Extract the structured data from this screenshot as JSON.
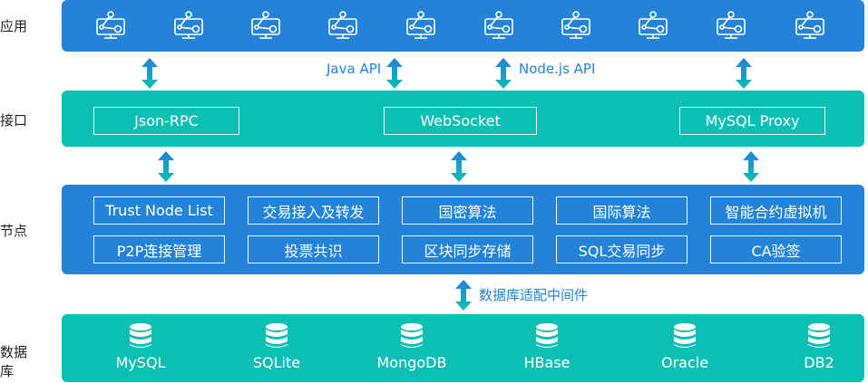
{
  "layers": {
    "app": "应用",
    "interface": "接口",
    "node": "节点",
    "database": "数据库"
  },
  "app_icon_count": 10,
  "api_labels": {
    "java": "Java API",
    "node": "Node.js API",
    "db_middleware": "数据库适配中间件"
  },
  "interfaces": [
    "Json-RPC",
    "WebSocket",
    "MySQL Proxy"
  ],
  "node_items": [
    [
      "Trust Node List",
      "交易接入及转发",
      "国密算法",
      "国际算法",
      "智能合约虚拟机"
    ],
    [
      "P2P连接管理",
      "投票共识",
      "区块同步存储",
      "SQL交易同步",
      "CA验签"
    ]
  ],
  "databases": [
    "MySQL",
    "SQLite",
    "MongoDB",
    "HBase",
    "Oracle",
    "DB2"
  ],
  "colors": {
    "blue": "#2283d9",
    "teal": "#0bbfb3"
  }
}
